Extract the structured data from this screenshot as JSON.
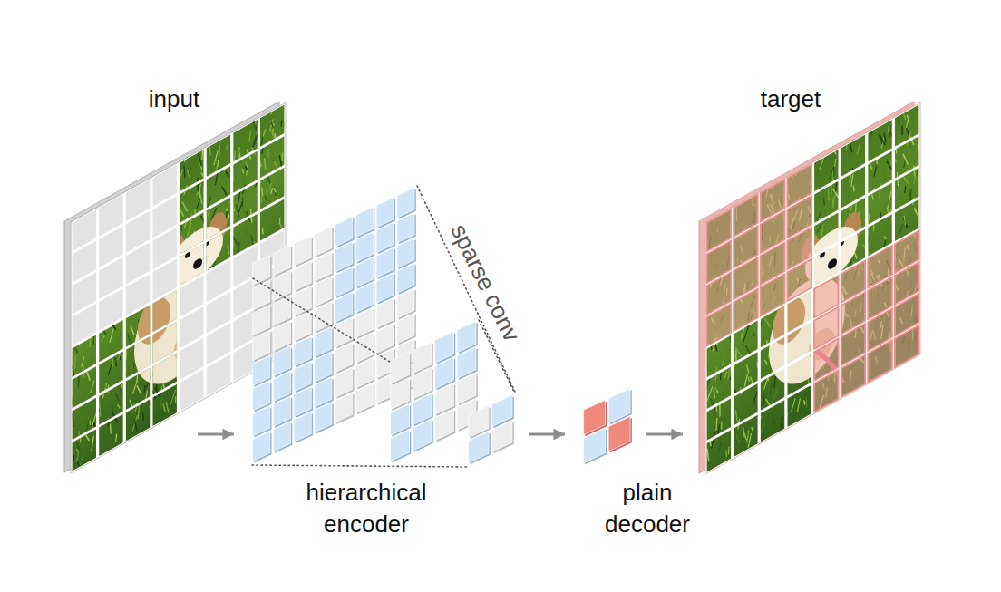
{
  "diagram": {
    "nodes": [
      {
        "text": [
          "input"
        ]
      },
      {
        "text": [
          "hierarchical encoder"
        ]
      },
      {
        "text": [
          "plain decoder"
        ]
      },
      {
        "text": [
          "target"
        ]
      }
    ],
    "edges": [
      {
        "from": 0,
        "to": 1,
        "arrow": "to"
      },
      {
        "from": 1,
        "to": 2,
        "arrow": "to"
      },
      {
        "from": 2,
        "to": 3,
        "arrow": "to"
      }
    ],
    "labels": [
      "sparse conv"
    ]
  }
}
